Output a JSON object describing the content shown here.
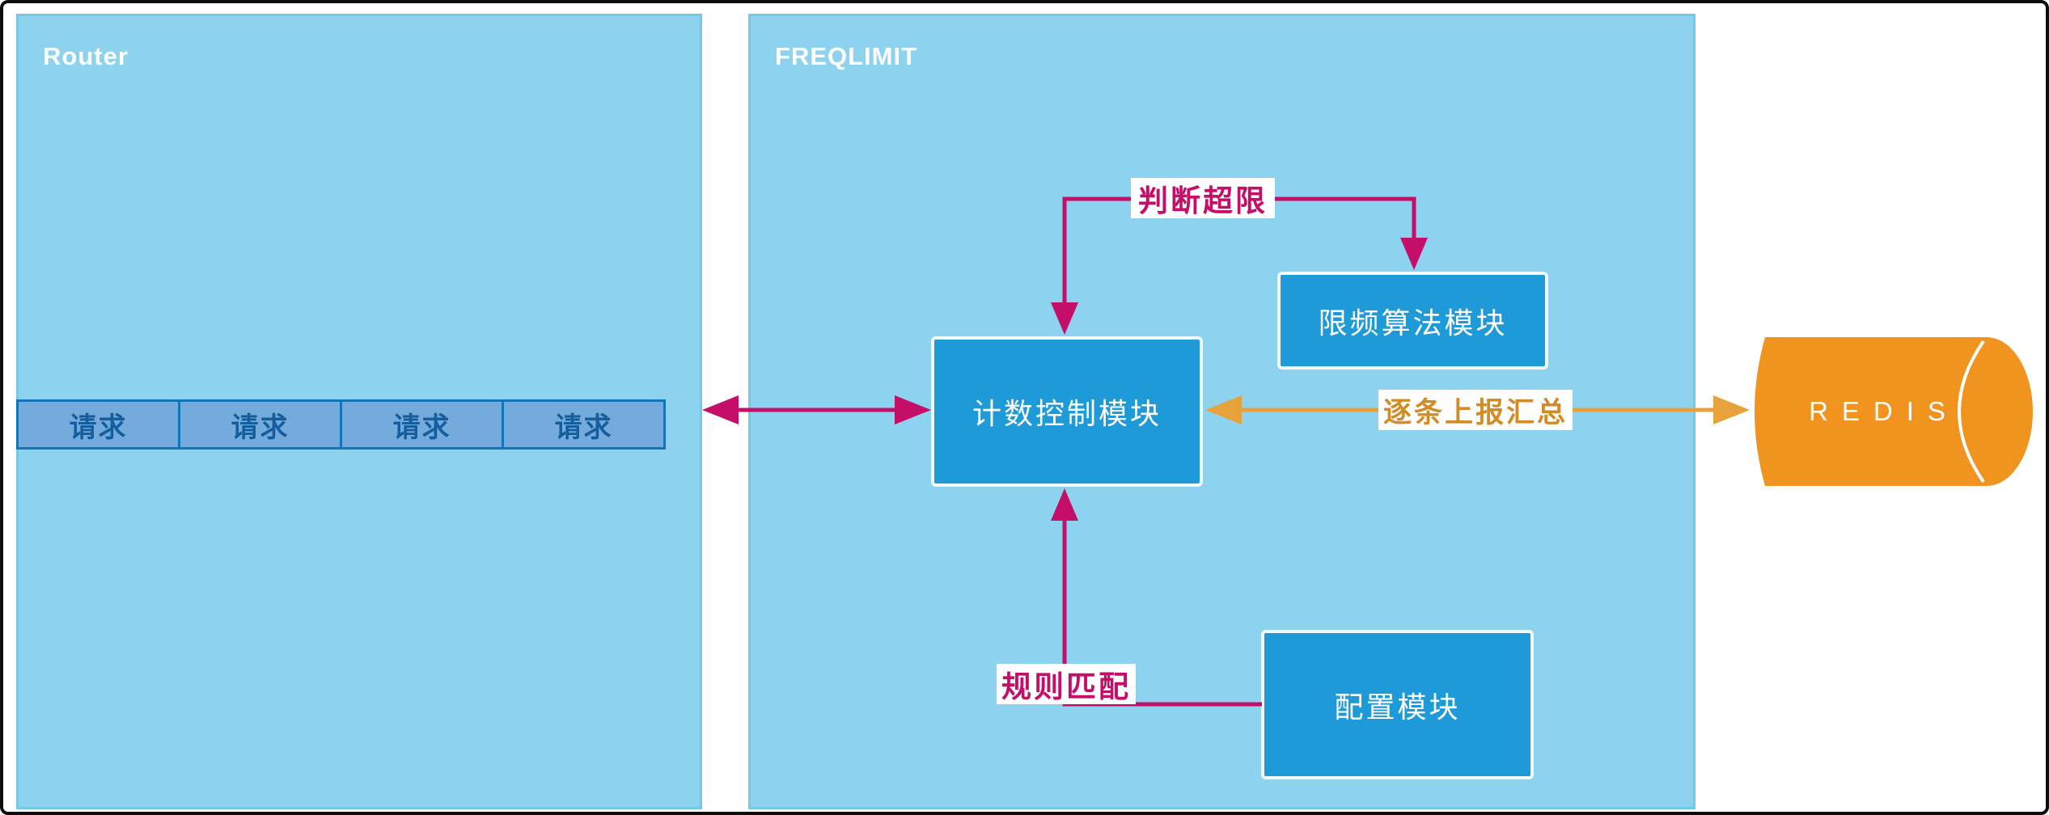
{
  "router": {
    "title": "Router",
    "requests": [
      "请求",
      "请求",
      "请求",
      "请求"
    ]
  },
  "freqlimit": {
    "title": "FREQLIMIT",
    "modules": {
      "counting": {
        "label": "计数控制模块"
      },
      "algorithm": {
        "label": "限频算法模块"
      },
      "config": {
        "label": "配置模块"
      }
    }
  },
  "edges": {
    "over_limit": {
      "label": "判断超限"
    },
    "rule_match": {
      "label": "规则匹配"
    },
    "report": {
      "label": "逐条上报汇总"
    }
  },
  "redis": {
    "label": "REDIS"
  },
  "colors": {
    "panel_bg": "#8dd2ee",
    "panel_border": "#76c8e9",
    "module_bg": "#1e9ad9",
    "request_bg": "#74abdc",
    "request_border": "#1474b8",
    "request_text": "#145e9e",
    "magenta_arrow": "#c40e68",
    "orange_arrow": "#e8a23c",
    "redis_bg": "#f0941f",
    "orange_label_text": "#d18c26"
  }
}
